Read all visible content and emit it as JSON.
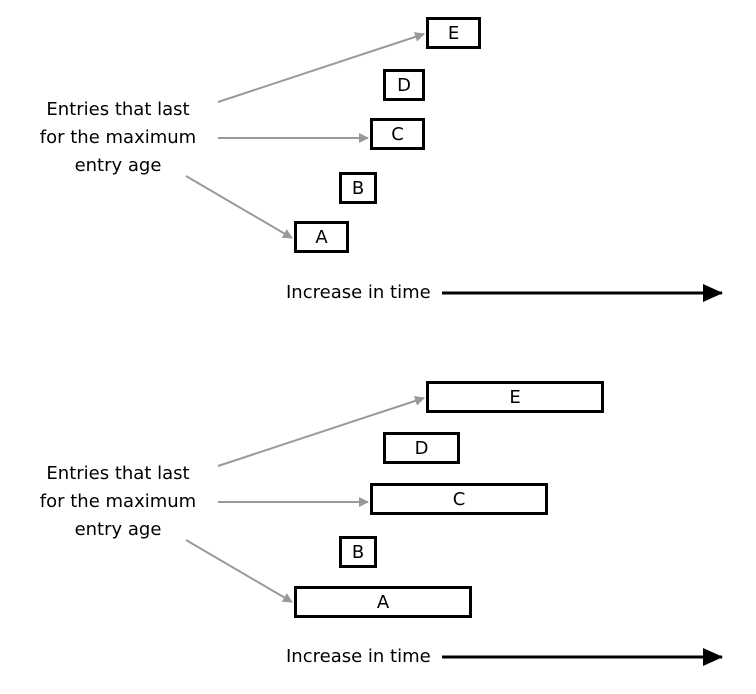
{
  "panels": [
    {
      "caption": [
        "Entries that last",
        "for the maximum",
        "entry age"
      ],
      "entries": {
        "A": "A",
        "B": "B",
        "C": "C",
        "D": "D",
        "E": "E"
      },
      "axis_label": "Increase in time"
    },
    {
      "caption": [
        "Entries that last",
        "for the maximum",
        "entry age"
      ],
      "entries": {
        "A": "A",
        "B": "B",
        "C": "C",
        "D": "D",
        "E": "E"
      },
      "axis_label": "Increase in time"
    }
  ],
  "colors": {
    "pointer": "#999999",
    "box_border": "#000000",
    "time_arrow": "#000000"
  }
}
